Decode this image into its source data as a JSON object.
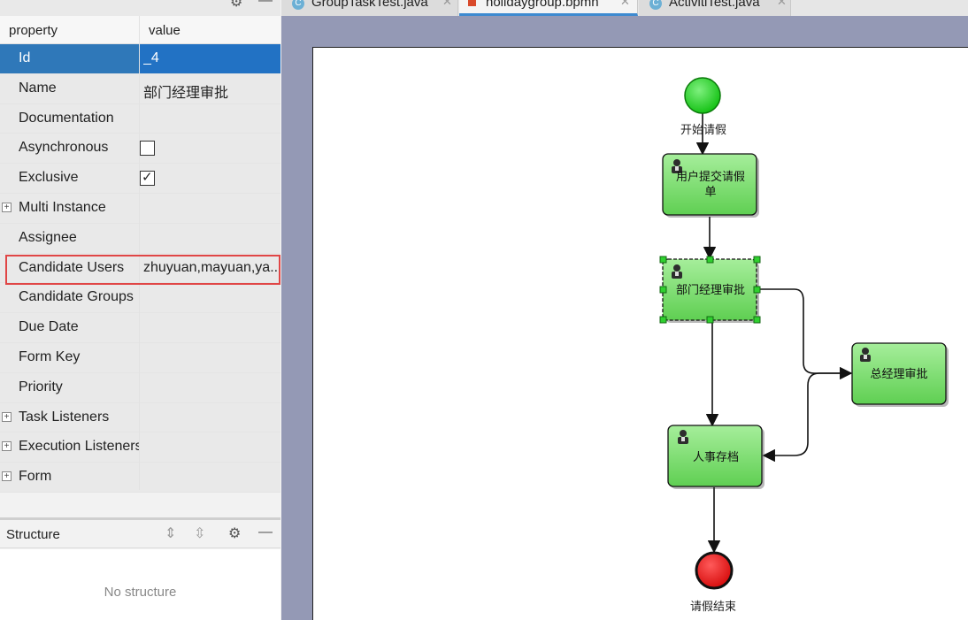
{
  "properties": {
    "header": {
      "property": "property",
      "value": "value"
    },
    "rows": [
      {
        "key": "Id",
        "value": "_4"
      },
      {
        "key": "Name",
        "value": "部门经理审批"
      },
      {
        "key": "Documentation",
        "value": ""
      },
      {
        "key": "Asynchronous",
        "value": ""
      },
      {
        "key": "Exclusive",
        "value": ""
      },
      {
        "key": "Multi Instance",
        "value": ""
      },
      {
        "key": "Assignee",
        "value": ""
      },
      {
        "key": "Candidate Users",
        "value": "zhuyuan,mayuan,ya..."
      },
      {
        "key": "Candidate Groups",
        "value": ""
      },
      {
        "key": "Due Date",
        "value": ""
      },
      {
        "key": "Form Key",
        "value": ""
      },
      {
        "key": "Priority",
        "value": ""
      },
      {
        "key": "Task Listeners",
        "value": ""
      },
      {
        "key": "Execution Listeners",
        "value": ""
      },
      {
        "key": "Form",
        "value": ""
      }
    ],
    "asynchronous_checked": false,
    "exclusive_checked": true
  },
  "structure": {
    "title": "Structure",
    "empty_text": "No structure"
  },
  "tabs": [
    {
      "label": "GroupTaskTest.java",
      "icon": "class-icon"
    },
    {
      "label": "holidaygroup.bpmn",
      "icon": "bpmn-icon",
      "active": true
    },
    {
      "label": "ActivitiTest.java",
      "icon": "class-icon"
    }
  ],
  "diagram": {
    "start_label": "开始请假",
    "task_submit": [
      "用户提交请假",
      "单"
    ],
    "task_dept": "部门经理审批",
    "task_gm": "总经理审批",
    "task_hr": "人事存档",
    "end_label": "请假结束"
  },
  "colors": {
    "selected_row": "#2f78b9",
    "highlight_border": "#e04646",
    "task_fill": "#86e07a",
    "start_event": "#17d317",
    "end_event": "#e51414",
    "canvas_bg": "#9499b5"
  }
}
